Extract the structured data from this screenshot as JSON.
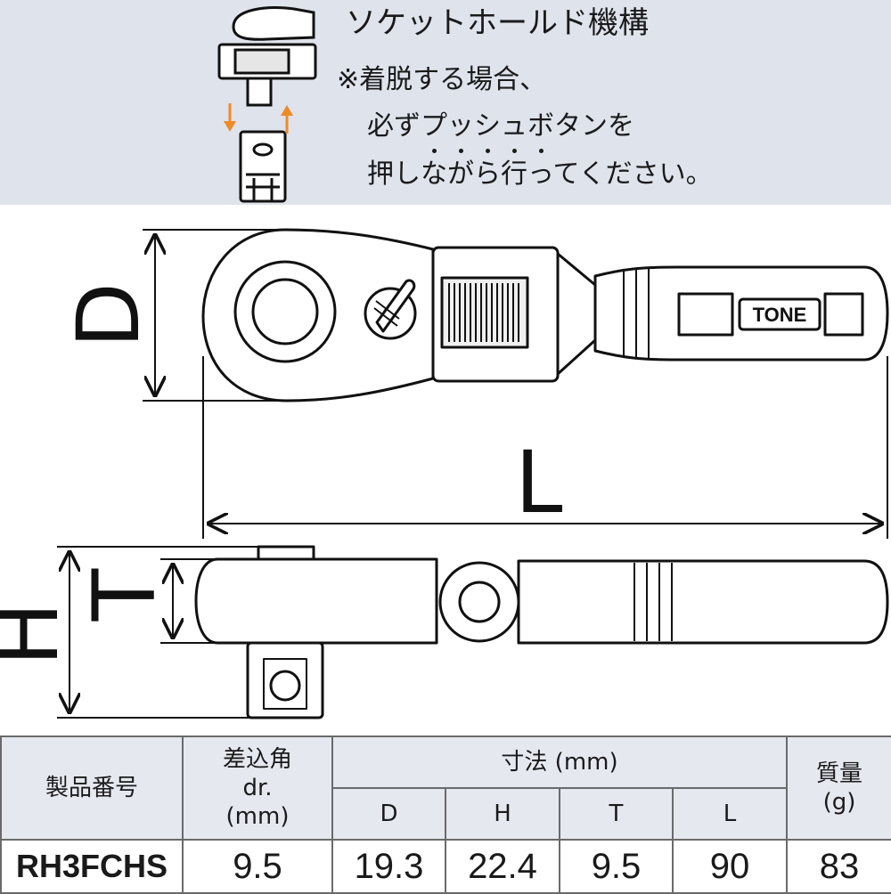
{
  "mechanism": {
    "title": "ソケットホールド機構",
    "note_line1": "※着脱する場合、",
    "note_line2_pre": "必ず",
    "note_line2_emph": [
      "プ",
      "ッ",
      "シ",
      "ュ",
      "ボ"
    ],
    "note_line2_post": "タンを",
    "note_line3": "押しながら行ってください。"
  },
  "drawing": {
    "label_D": "D",
    "label_L": "L",
    "label_H": "H",
    "label_T": "T",
    "brand": "TONE",
    "arrow_color": "#f08a24"
  },
  "table": {
    "headers": {
      "model": "製品番号",
      "drive_line1": "差込角",
      "drive_line2": "dr.",
      "drive_line3": "(mm)",
      "dims": "寸法 (mm)",
      "D": "D",
      "H": "H",
      "T": "T",
      "L": "L",
      "mass_line1": "質量",
      "mass_line2": "(g)"
    },
    "row": {
      "model": "RH3FCHS",
      "drive": "9.5",
      "D": "19.3",
      "H": "22.4",
      "T": "9.5",
      "L": "90",
      "mass": "83"
    }
  }
}
